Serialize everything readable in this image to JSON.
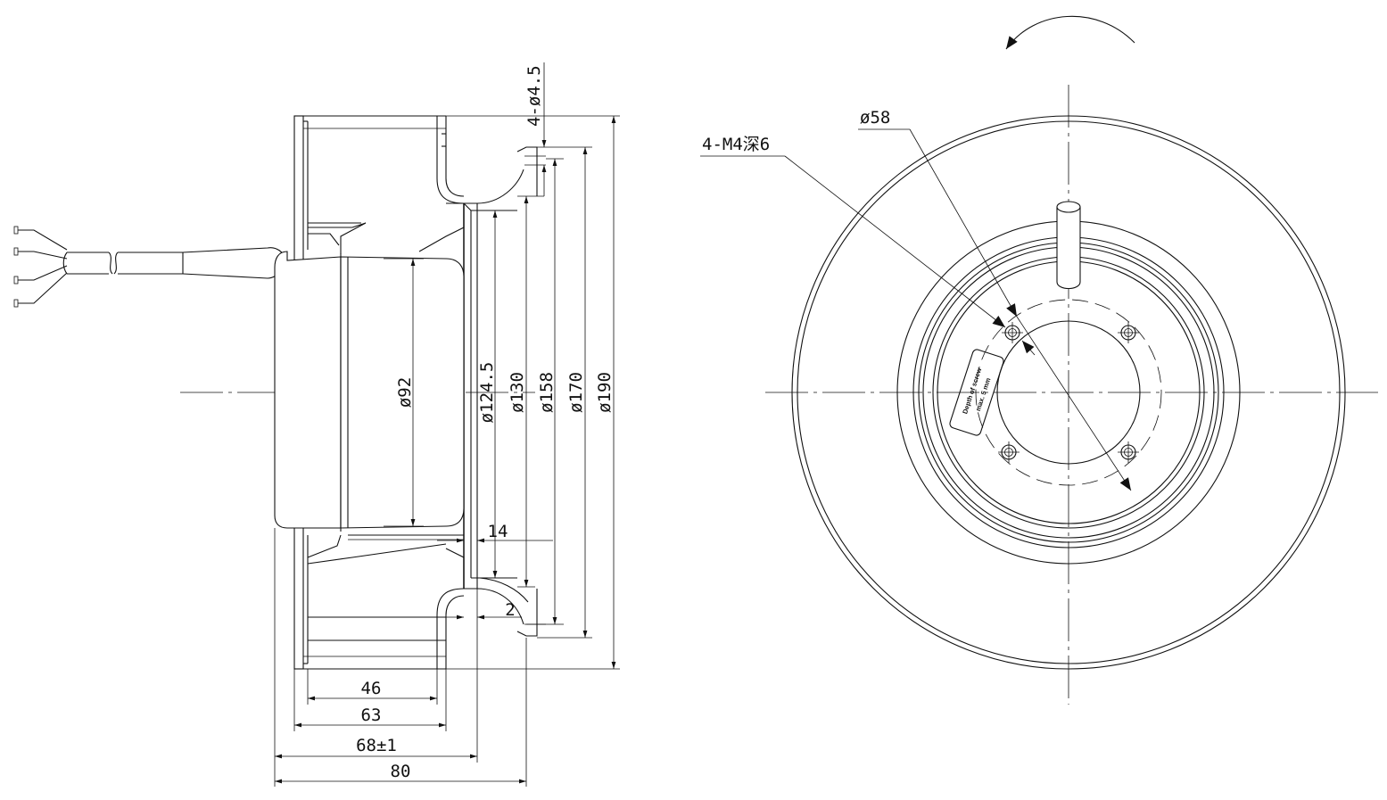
{
  "side_view": {
    "dimensions": {
      "hole_spec": "4-ø4.5",
      "d124": "ø124.5",
      "d130": "ø130",
      "d158": "ø158",
      "d170": "ø170",
      "d190": "ø190",
      "d92": "ø92",
      "w14": "14",
      "w2": "2",
      "w46": "46",
      "w63": "63",
      "w68": "68±1",
      "w80": "80"
    }
  },
  "front_view": {
    "thread_callout": "4-M4深6",
    "d58": "ø58",
    "label_line1": "Depth of screw",
    "label_line2": "max. 5 mm"
  }
}
